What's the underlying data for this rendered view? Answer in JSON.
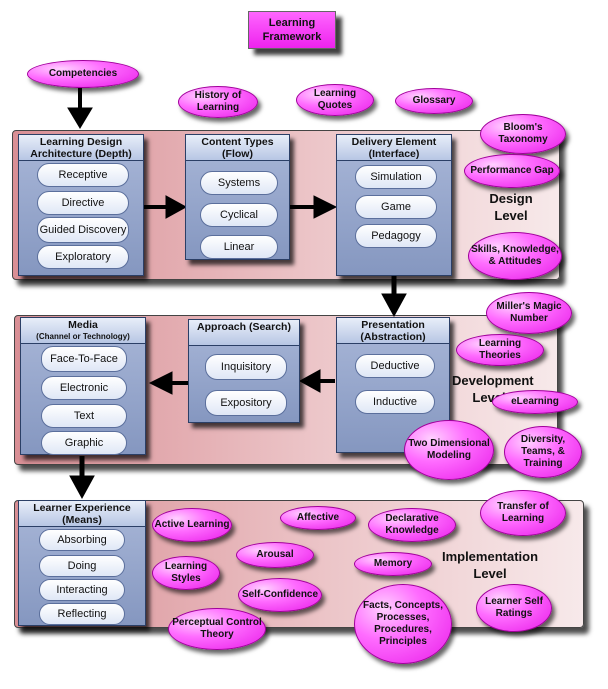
{
  "title": "Learning Framework",
  "competencies": "Competencies",
  "top_links": [
    "History of Learning",
    "Learning Quotes",
    "Glossary"
  ],
  "design": {
    "label": "Design Level",
    "architecture": {
      "title": "Learning Design Architecture (Depth)",
      "items": [
        "Receptive",
        "Directive",
        "Guided Discovery",
        "Exploratory"
      ]
    },
    "content_types": {
      "title": "Content Types (Flow)",
      "items": [
        "Systems",
        "Cyclical",
        "Linear"
      ]
    },
    "delivery": {
      "title": "Delivery Element (Interface)",
      "items": [
        "Simulation",
        "Game",
        "Pedagogy"
      ]
    },
    "bubbles": [
      "Bloom's Taxonomy",
      "Performance Gap",
      "Skills, Knowledge, & Attitudes"
    ]
  },
  "development": {
    "label": "Development Level",
    "media": {
      "title": "Media",
      "subtitle": "(Channel or Technology)",
      "items": [
        "Face-To-Face",
        "Electronic",
        "Text",
        "Graphic"
      ]
    },
    "approach": {
      "title": "Approach (Search)",
      "items": [
        "Inquisitory",
        "Expository"
      ]
    },
    "presentation": {
      "title": "Presentation (Abstraction)",
      "items": [
        "Deductive",
        "Inductive"
      ]
    },
    "bubbles": [
      "Miller's Magic Number",
      "Learning Theories",
      "eLearning",
      "Two Dimensional Modeling",
      "Diversity, Teams, & Training"
    ]
  },
  "implementation": {
    "label": "Implementation Level",
    "experience": {
      "title": "Learner Experience (Means)",
      "items": [
        "Absorbing",
        "Doing",
        "Interacting",
        "Reflecting"
      ]
    },
    "bubbles": [
      "Active Learning",
      "Affective",
      "Declarative Knowledge",
      "Transfer of Learning",
      "Arousal",
      "Memory",
      "Learning Styles",
      "Self-Confidence",
      "Learner Self Ratings",
      "Perceptual Control Theory",
      "Facts, Concepts, Processes, Procedures, Principles"
    ]
  }
}
